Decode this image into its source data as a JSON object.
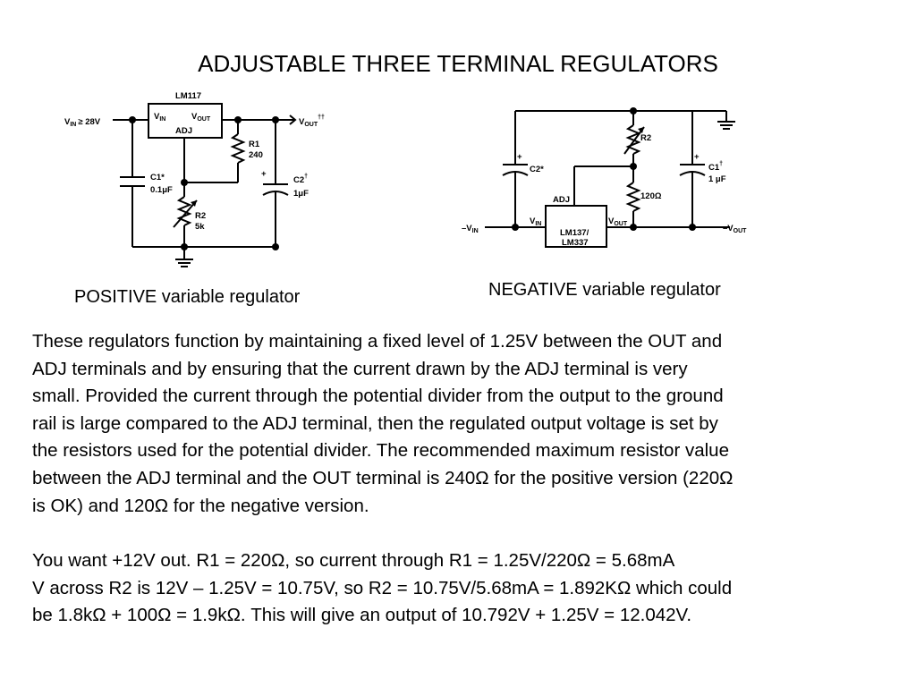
{
  "title": "ADJUSTABLE THREE TERMINAL REGULATORS",
  "positive": {
    "caption": "POSITIVE variable regulator",
    "ic_name": "LM117",
    "vin_label": "V",
    "vin_sub": "IN",
    "vin_cond": "≥ 28V",
    "pin_vin": "V",
    "pin_vin_sub": "IN",
    "pin_vout": "V",
    "pin_vout_sub": "OUT",
    "pin_adj": "ADJ",
    "vout_label": "V",
    "vout_sub": "OUT",
    "vout_mark": "††",
    "r1_name": "R1",
    "r1_value": "240",
    "c1_name": "C1*",
    "c1_value": "0.1μF",
    "c2_name": "C2",
    "c2_mark": "†",
    "c2_value": "1μF",
    "c2_polarity": "+",
    "r2_name": "R2",
    "r2_value": "5k"
  },
  "negative": {
    "caption": "NEGATIVE variable regulator",
    "ic_name_1": "LM137/",
    "ic_name_2": "LM337",
    "pin_adj": "ADJ",
    "pin_vin": "V",
    "pin_vin_sub": "IN",
    "pin_vout": "V",
    "pin_vout_sub": "OUT",
    "vin_label": "–V",
    "vin_sub": "IN",
    "vout_label": "–V",
    "vout_sub": "OUT",
    "r2_name": "R2",
    "r1_value": "120Ω",
    "c2_name": "C2*",
    "c2_polarity": "+",
    "c1_name": "C1",
    "c1_mark": "†",
    "c1_value": "1 μF",
    "c1_polarity": "+"
  },
  "paragraph1_lines": [
    "These regulators function by maintaining a fixed level of 1.25V between the OUT and",
    "ADJ terminals and by ensuring that the current drawn by the ADJ terminal is very",
    "small. Provided the current through the potential divider from the output to the ground",
    "rail is large compared to the ADJ terminal, then the regulated output voltage is set by",
    "the resistors used for the potential divider. The recommended maximum resistor value",
    "between the ADJ terminal and the OUT terminal is 240Ω for the positive version (220Ω",
    "is OK) and 120Ω for the negative version."
  ],
  "paragraph2_lines": [
    "You want +12V out. R1 = 220Ω, so current through R1 = 1.25V/220Ω = 5.68mA",
    "V across R2 is 12V – 1.25V = 10.75V, so R2 = 10.75V/5.68mA = 1.892KΩ which could",
    "be 1.8kΩ + 100Ω = 1.9kΩ. This will give an output of 10.792V + 1.25V = 12.042V."
  ]
}
